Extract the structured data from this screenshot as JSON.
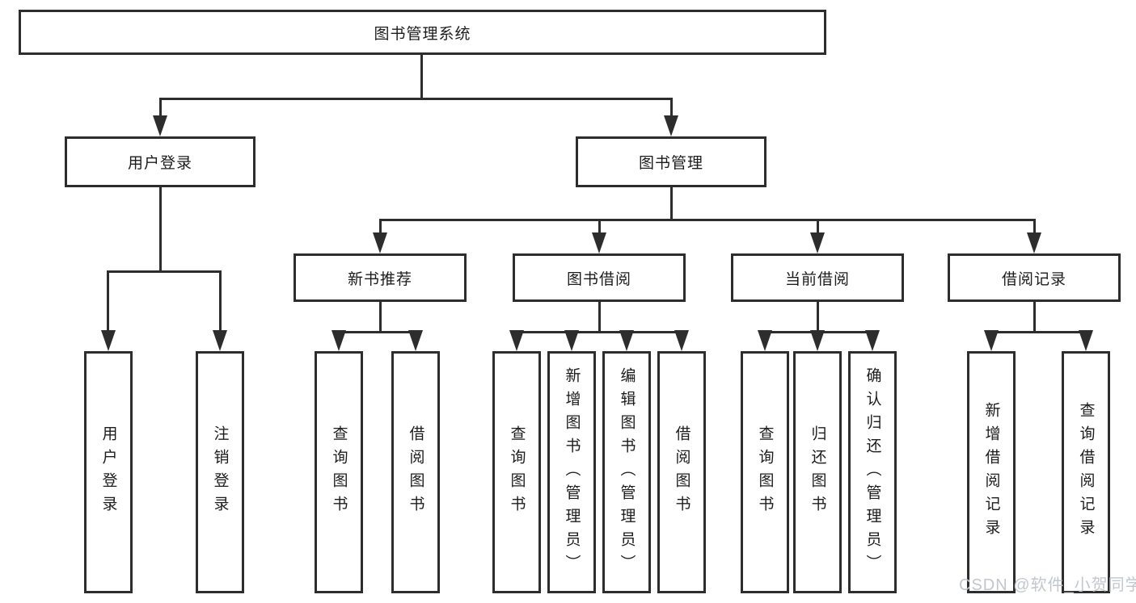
{
  "diagram": {
    "title": "图书管理系统",
    "type": "hierarchy-tree",
    "colors": {
      "line": "#2d2d2d",
      "text": "#1c1c1c",
      "background": "#ffffff",
      "watermark_text_color": "#c2c7cd"
    },
    "nodes": {
      "root": {
        "label": "图书管理系统",
        "children": [
          "用户登录",
          "图书管理"
        ]
      },
      "level2": [
        {
          "label": "用户登录",
          "children": [
            "用户登录",
            "注销登录"
          ]
        },
        {
          "label": "图书管理",
          "children": [
            "新书推荐",
            "图书借阅",
            "当前借阅",
            "借阅记录"
          ]
        }
      ],
      "level3": [
        {
          "label": "新书推荐",
          "children": [
            "查询图书",
            "借阅图书"
          ]
        },
        {
          "label": "图书借阅",
          "children": [
            "查询图书",
            "新增图书（管理员）",
            "编辑图书（管理员）",
            "借阅图书"
          ]
        },
        {
          "label": "当前借阅",
          "children": [
            "查询图书",
            "归还图书",
            "确认归还（管理员）"
          ]
        },
        {
          "label": "借阅记录",
          "children": [
            "新增借阅记录",
            "查询借阅记录"
          ]
        }
      ],
      "leaves": [
        {
          "label": "用户登录",
          "parent": "用户登录"
        },
        {
          "label": "注销登录",
          "parent": "用户登录"
        },
        {
          "label": "查询图书",
          "parent": "新书推荐"
        },
        {
          "label": "借阅图书",
          "parent": "新书推荐"
        },
        {
          "label": "查询图书",
          "parent": "图书借阅"
        },
        {
          "label": "新增图书（管理员）",
          "parent": "图书借阅"
        },
        {
          "label": "编辑图书（管理员）",
          "parent": "图书借阅"
        },
        {
          "label": "借阅图书",
          "parent": "图书借阅"
        },
        {
          "label": "查询图书",
          "parent": "当前借阅"
        },
        {
          "label": "归还图书",
          "parent": "当前借阅"
        },
        {
          "label": "确认归还（管理员）",
          "parent": "当前借阅"
        },
        {
          "label": "新增借阅记录",
          "parent": "借阅记录"
        },
        {
          "label": "查询借阅记录",
          "parent": "借阅记录"
        }
      ]
    },
    "watermark": "CSDN @软件_小贺同学"
  }
}
